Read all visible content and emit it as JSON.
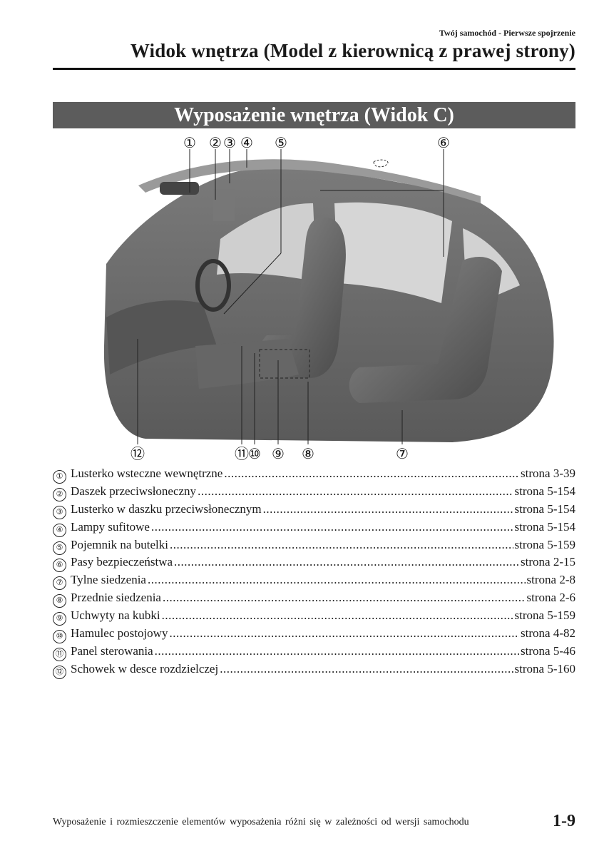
{
  "header": {
    "section": "Twój samochód - Pierwsze spojrzenie",
    "title": "Widok wnętrza (Model z kierownicą z prawej strony)"
  },
  "banner": {
    "title": "Wyposażenie wnętrza (Widok C)"
  },
  "figure": {
    "callouts": [
      "①",
      "②",
      "③",
      "④",
      "⑤",
      "⑥",
      "⑦",
      "⑧",
      "⑨",
      "⑩",
      "⑪",
      "⑫"
    ]
  },
  "items": [
    {
      "num": "①",
      "label": "Lusterko wsteczne wewnętrzne",
      "ref": "strona 3-39"
    },
    {
      "num": "②",
      "label": "Daszek przeciwsłoneczny",
      "ref": "strona 5-154"
    },
    {
      "num": "③",
      "label": "Lusterko w daszku przeciwsłonecznym",
      "ref": "strona 5-154"
    },
    {
      "num": "④",
      "label": "Lampy sufitowe",
      "ref": "strona 5-154"
    },
    {
      "num": "⑤",
      "label": "Pojemnik na butelki",
      "ref": "strona 5-159"
    },
    {
      "num": "⑥",
      "label": "Pasy bezpieczeństwa",
      "ref": "strona 2-15"
    },
    {
      "num": "⑦",
      "label": "Tylne siedzenia",
      "ref": "strona 2-8"
    },
    {
      "num": "⑧",
      "label": "Przednie siedzenia",
      "ref": "strona 2-6"
    },
    {
      "num": "⑨",
      "label": "Uchwyty na kubki",
      "ref": "strona 5-159"
    },
    {
      "num": "⑩",
      "label": "Hamulec postojowy",
      "ref": "strona 4-82"
    },
    {
      "num": "⑪",
      "label": "Panel sterowania",
      "ref": "strona 5-46"
    },
    {
      "num": "⑫",
      "label": "Schowek w desce rozdzielczej",
      "ref": "strona 5-160"
    }
  ],
  "footer": {
    "note": "Wyposażenie i rozmieszczenie elementów wyposażenia różni się w zależności od wersji samochodu",
    "page": "1-9"
  }
}
